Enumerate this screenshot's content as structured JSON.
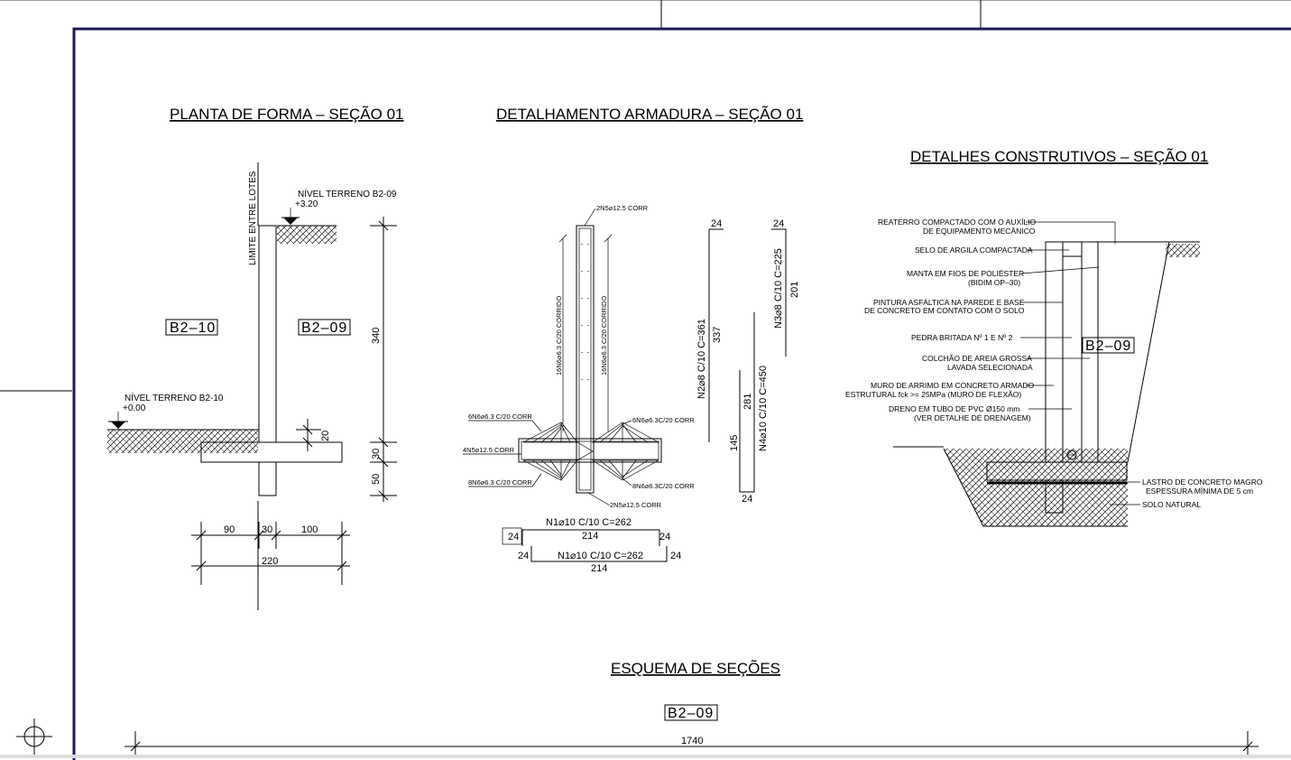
{
  "titles": {
    "planta": "PLANTA DE FORMA – SEÇÃO 01",
    "armadura": "DETALHAMENTO ARMADURA – SEÇÃO 01",
    "construtivos": "DETALHES CONSTRUTIVOS – SEÇÃO 01",
    "esquema": "ESQUEMA DE SEÇÕES"
  },
  "planta": {
    "limite": "LIMITE ENTRE LOTES",
    "nivel_b209": "NÍVEL TERRENO B2-09",
    "nivel_b209_value": "+3.20",
    "nivel_b210": "NÍVEL TERRENO B2-10",
    "nivel_b210_value": "+0.00",
    "tag_left": "B2–10",
    "tag_right": "B2–09",
    "dim_height": "340",
    "dim_20": "20",
    "dim_30": "30",
    "dim_50": "50",
    "dim_90": "90",
    "dim_30b": "30",
    "dim_100": "100",
    "dim_220": "220"
  },
  "armadura": {
    "top_bar": "2N5⌀12.5 CORR",
    "bottom_bar": "2N5⌀12.5 CORR",
    "vert_left": "16N6⌀6.3 C/20 CORRIDO",
    "vert_right": "16N6⌀6.3 C/20 CORRIDO",
    "l_top": "6N6⌀6.3 C/20 CORR",
    "l_mid": "4N5⌀12.5 CORR",
    "l_bot": "8N6⌀6.3 C/20 CORR",
    "r_top": "6N6⌀6.3C/20 CORR",
    "r_bot": "8N6⌀6.3C/20 CORR",
    "n2_label": "N2⌀8 C/10 C=361",
    "n2_top": "24",
    "n2_len": "337",
    "n3_label": "N3⌀8 C/10 C=225",
    "n3_top": "24",
    "n3_len": "201",
    "n4_label": "N4⌀10 C/10 C=450",
    "n4_len_a": "281",
    "n4_len_b": "145",
    "n4_bot": "24",
    "n1a_label": "N1⌀10 C/10 C=262",
    "n1a_len": "214",
    "n1a_left": "24",
    "n1a_right": "24",
    "n1b_label": "N1⌀10 C/10 C=262",
    "n1b_len": "214",
    "n1b_left": "24",
    "n1b_right": "24"
  },
  "construtivos": {
    "tag": "B2–09",
    "c1a": "REATERRO COMPACTADO COM O AUXÍLIO",
    "c1b": "DE EQUIPAMENTO MECÂNICO",
    "c2": "SELO DE ARGILA COMPACTADA",
    "c3a": "MANTA EM FIOS DE POLIÉSTER",
    "c3b": "(BIDIM OP–30)",
    "c4a": "PINTURA ASFÁLTICA NA PAREDE E BASE",
    "c4b": "DE CONCRETO EM CONTATO COM O SOLO",
    "c5": "PEDRA BRITADA Nº 1 E Nº 2",
    "c6a": "COLCHÃO DE AREIA GROSSA",
    "c6b": "LAVADA SELECIONADA",
    "c7a": "MURO DE ARRIMO EM CONCRETO ARMADO",
    "c7b": "ESTRUTURAL fck >= 25MPa (MURO DE FLEXÃO)",
    "c8a": "DRENO EM TUBO DE PVC Ø150 mm",
    "c8b": "(VER DETALHE DE DRENAGEM)",
    "c9a": "LASTRO DE CONCRETO MAGRO",
    "c9b": "ESPESSURA MÍNIMA DE 5 cm",
    "c10": "SOLO NATURAL"
  },
  "esquema": {
    "tag": "B2–09",
    "dim_total": "1740"
  }
}
